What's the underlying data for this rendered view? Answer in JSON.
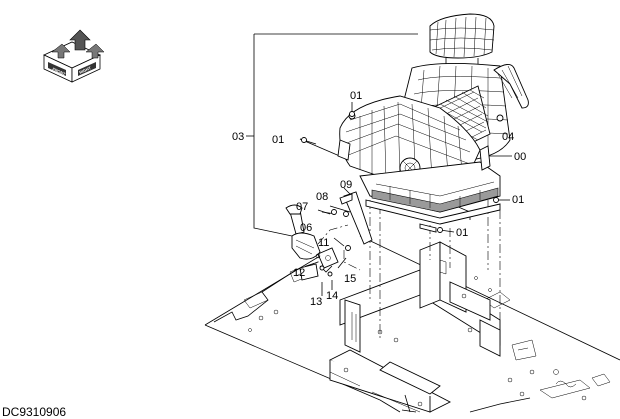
{
  "drawing_code": "DC9310906",
  "orientation_icon": {
    "label_front": "FRONT",
    "label_right": "RIGHT"
  },
  "callouts": [
    {
      "id": "c01a",
      "text": "01"
    },
    {
      "id": "c03",
      "text": "03"
    },
    {
      "id": "c01b",
      "text": "01"
    },
    {
      "id": "c04",
      "text": "04"
    },
    {
      "id": "c00",
      "text": "00"
    },
    {
      "id": "c09",
      "text": "09"
    },
    {
      "id": "c08",
      "text": "08"
    },
    {
      "id": "c07",
      "text": "07"
    },
    {
      "id": "c01c",
      "text": "01"
    },
    {
      "id": "c06",
      "text": "06"
    },
    {
      "id": "c01d",
      "text": "01"
    },
    {
      "id": "c11",
      "text": "11"
    },
    {
      "id": "c12",
      "text": "12"
    },
    {
      "id": "c15",
      "text": "15"
    },
    {
      "id": "c13",
      "text": "13"
    },
    {
      "id": "c14",
      "text": "14"
    }
  ]
}
